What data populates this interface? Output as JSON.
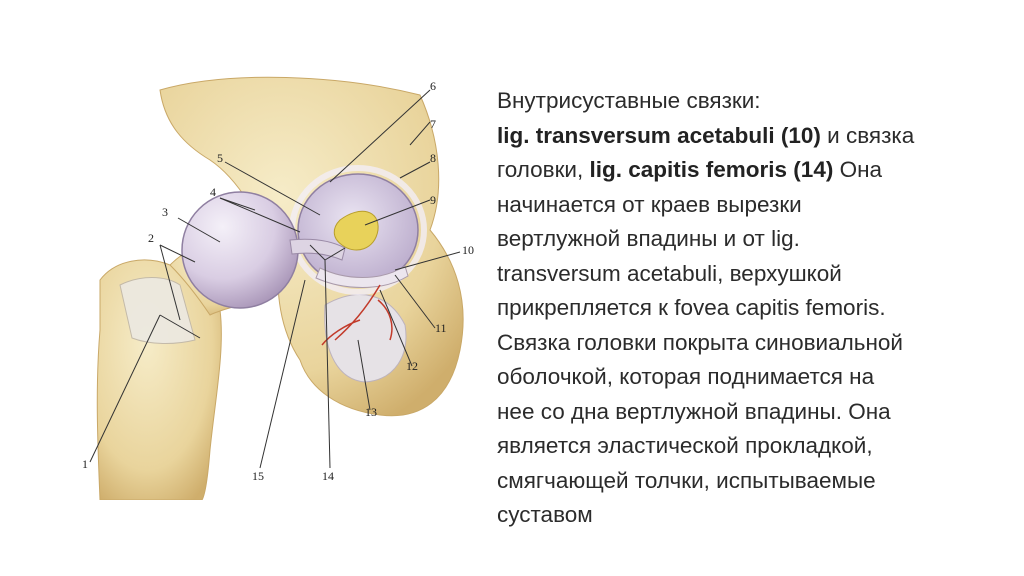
{
  "figure": {
    "callouts": [
      "1",
      "2",
      "3",
      "4",
      "5",
      "6",
      "7",
      "8",
      "9",
      "10",
      "11",
      "12",
      "13",
      "14",
      "15"
    ]
  },
  "text": {
    "line1": "Внутрисуставные связки:",
    "line2_bold1": "lig. transversum acetabuli (10)",
    "line2_rest": " и связка",
    "line3_pre": "головки, ",
    "line3_bold": "lig. capitis femoris (14)",
    "line3_post": " Она",
    "line4": "начинается от краев вырезки",
    "line5": "вертлужной впадины и от lig.",
    "line6": "transversum acetabuli, верхушкой",
    "line7": "прикрепляется к fovea capitis femoris.",
    "line8": "Связка головки покрыта синовиальной",
    "line9": "оболочкой, которая поднимается на",
    "line10": "нее со дна вертлужной впадины. Она",
    "line11": "является эластической прокладкой,",
    "line12": "смягчающей толчки, испытываемые",
    "line13": "суставом"
  }
}
